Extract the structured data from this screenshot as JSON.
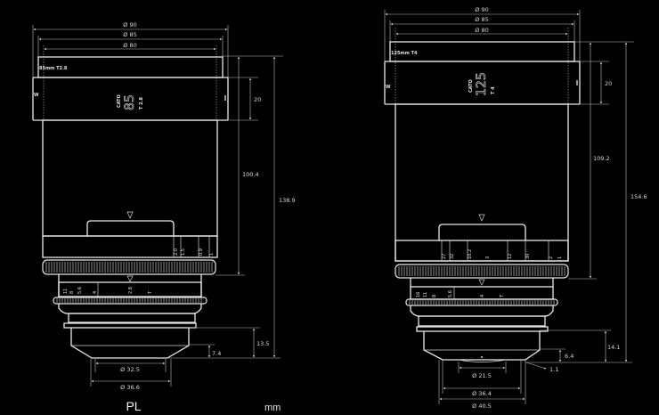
{
  "lens_pl": {
    "mount_label": "PL",
    "model_label": "85mm T2.8",
    "brand": "CATO",
    "focal": "85",
    "tstop": "T 2.8",
    "dims": {
      "d90": "Ø 90",
      "d85": "Ø 85",
      "d80": "Ø 80",
      "h20": "20",
      "h100": "100.4",
      "h138": "138.9",
      "h13": "13.5",
      "h7": "7.4",
      "d32": "Ø 32.5",
      "d36": "Ø 36.6"
    },
    "aperture_scale": [
      "11",
      "8",
      "5.6",
      "4",
      "2.8",
      "T"
    ],
    "focus_scale": [
      "2.0",
      "1.5",
      "0.9",
      "1"
    ]
  },
  "lens_2": {
    "model_label": "125mm T4",
    "brand": "CATO",
    "focal": "125",
    "tstop": "T 4",
    "dims": {
      "d90": "Ø 90",
      "d85": "Ø 85",
      "d80": "Ø 80",
      "h20": "20",
      "h109": "109.2",
      "h154": "154.6",
      "h14": "14.1",
      "h6": "6.4",
      "h1": "1.1",
      "d21": "Ø 21.5",
      "d36": "Ø 36.4",
      "d40": "Ø 40.5"
    },
    "aperture_scale": [
      "16",
      "11",
      "8",
      "5.6",
      "4",
      "T"
    ],
    "focus_scale": [
      "27",
      "32",
      "10.2",
      "3",
      "12",
      "30",
      "2",
      "1"
    ]
  },
  "units": "mm"
}
